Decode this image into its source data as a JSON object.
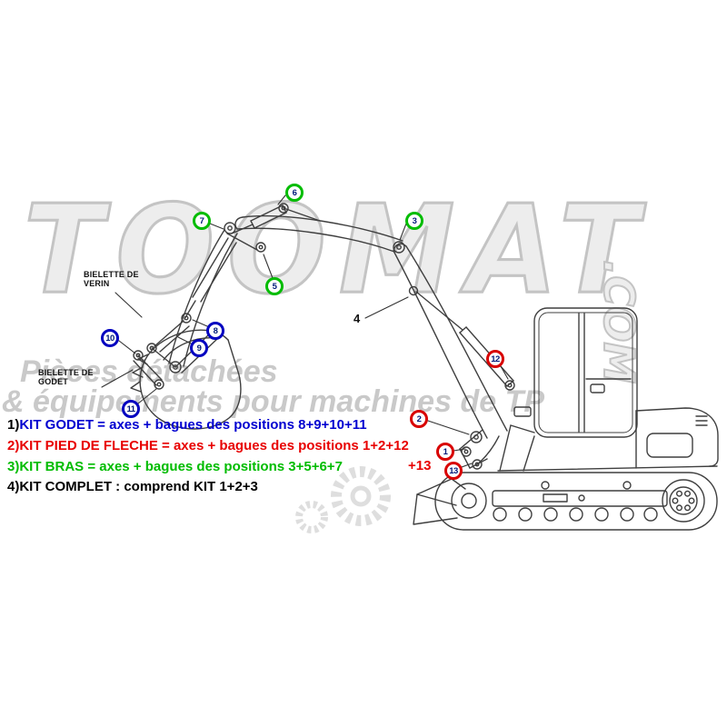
{
  "watermark": {
    "brand": "TOOMAT",
    "suffix": ".COM",
    "tagline1": "Pièces détachées",
    "tagline2": "& équipements pour machines de TP"
  },
  "diagram": {
    "labels": {
      "bielette_verin": "BIELETTE DE VERIN",
      "bielette_godet": "BIELETTE DE GODET"
    },
    "plain_marker": {
      "number": "4"
    },
    "markers": [
      {
        "number": "6",
        "kit": "bras"
      },
      {
        "number": "7",
        "kit": "bras"
      },
      {
        "number": "3",
        "kit": "bras"
      },
      {
        "number": "5",
        "kit": "bras"
      },
      {
        "number": "8",
        "kit": "godet"
      },
      {
        "number": "9",
        "kit": "godet"
      },
      {
        "number": "10",
        "kit": "godet"
      },
      {
        "number": "11",
        "kit": "godet"
      },
      {
        "number": "12",
        "kit": "pied_de_fleche"
      },
      {
        "number": "2",
        "kit": "pied_de_fleche"
      },
      {
        "number": "1",
        "kit": "pied_de_fleche"
      },
      {
        "number": "13",
        "kit": "pied_de_fleche"
      }
    ]
  },
  "legend": {
    "items": [
      {
        "prefix": "1)",
        "prefix_color": "#000000",
        "color": "#0000d0",
        "text": "KIT GODET = axes + bagues des positions 8+9+10+11"
      },
      {
        "prefix": "2)",
        "prefix_color": "#e80000",
        "color": "#e80000",
        "text": "KIT PIED DE FLECHE = axes + bagues des positions 1+2+12",
        "extra": "+13"
      },
      {
        "prefix": "3)",
        "prefix_color": "#00bc00",
        "color": "#00bc00",
        "text": "KIT BRAS = axes + bagues des positions 3+5+6+7"
      },
      {
        "prefix": "4)",
        "prefix_color": "#000000",
        "color": "#000000",
        "text": "KIT COMPLET : comprend KIT 1+2+3"
      }
    ]
  },
  "colors": {
    "kit_godet": "#0000c0",
    "kit_pied_de_fleche": "#d80000",
    "kit_bras": "#00bc00",
    "marker_number": "#001a7a",
    "watermark_gray": "#c9c9c9"
  }
}
